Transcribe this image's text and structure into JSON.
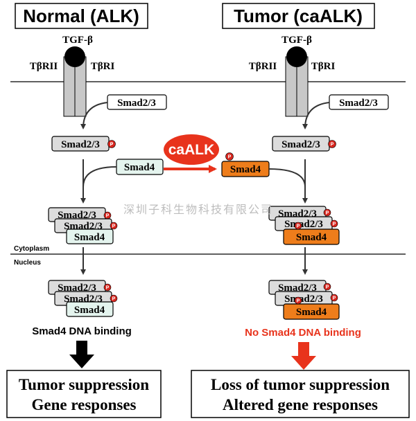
{
  "headers": {
    "normal": "Normal (ALK)",
    "tumor": "Tumor (caALK)"
  },
  "ligand": "TGF-β",
  "receptors": {
    "type2": "TβRII",
    "type1": "TβRI"
  },
  "proteins": {
    "smad23": "Smad2/3",
    "smad4": "Smad4",
    "ca_alk": "caALK",
    "phospho": "P"
  },
  "compartments": {
    "cytoplasm": "Cytoplasm",
    "nucleus": "Nucleus"
  },
  "outcomes": {
    "normal_binding": "Smad4 DNA binding",
    "tumor_binding": "No Smad4 DNA binding",
    "normal_result_line1": "Tumor suppression",
    "normal_result_line2": "Gene responses",
    "tumor_result_line1": "Loss of tumor suppression",
    "tumor_result_line2": "Altered gene responses"
  },
  "watermark": "深圳子科生物科技有限公司",
  "colors": {
    "red": "#e8331c",
    "orange": "#ee7d1b",
    "mint": "#e4f4ee",
    "grey": "#dcdcdc"
  }
}
